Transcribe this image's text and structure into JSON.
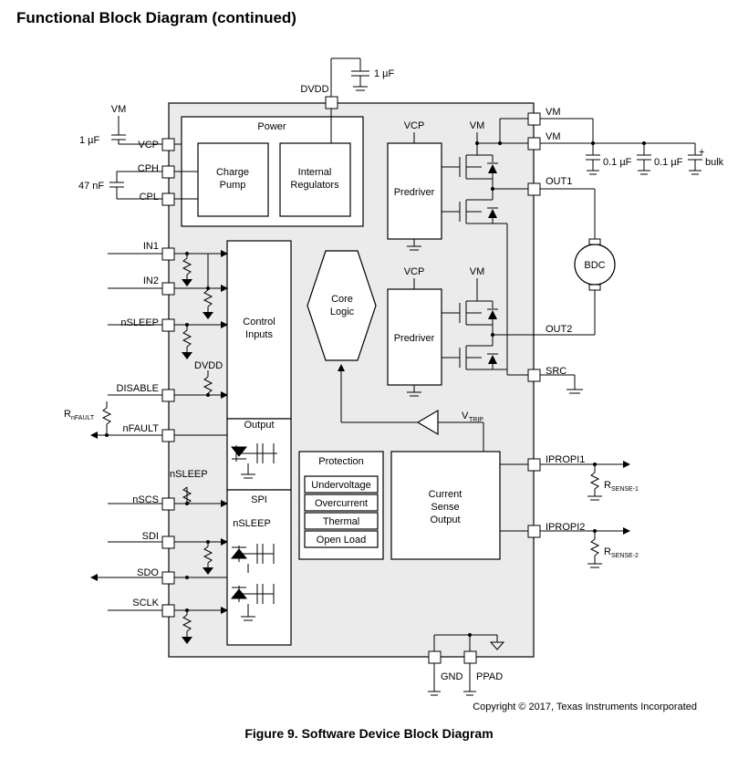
{
  "title": "Functional Block Diagram (continued)",
  "caption": "Figure 9.  Software Device Block Diagram",
  "copyright": "Copyright © 2017, Texas Instruments Incorporated",
  "blocks": {
    "power": "Power",
    "charge_pump": [
      "Charge",
      "Pump"
    ],
    "internal_regulators": [
      "Internal",
      "Regulators"
    ],
    "predriver": "Predriver",
    "core_logic": [
      "Core",
      "Logic"
    ],
    "control_inputs": [
      "Control",
      "Inputs"
    ],
    "output": "Output",
    "spi": "SPI",
    "protection": "Protection",
    "protection_items": [
      "Undervoltage",
      "Overcurrent",
      "Thermal",
      "Open Load"
    ],
    "current_sense": [
      "Current",
      "Sense",
      "Output"
    ],
    "bdc": "BDC"
  },
  "pins": {
    "vcp": "VCP",
    "cph": "CPH",
    "cpl": "CPL",
    "in1": "IN1",
    "in2": "IN2",
    "nsleep": "nSLEEP",
    "disable": "DISABLE",
    "nfault": "nFAULT",
    "nscs": "nSCS",
    "sdi": "SDI",
    "sdo": "SDO",
    "sclk": "SCLK",
    "dvdd": "DVDD",
    "vm": "VM",
    "out1": "OUT1",
    "out2": "OUT2",
    "src": "SRC",
    "ipropi1": "IPROPI1",
    "ipropi2": "IPROPI2",
    "gnd": "GND",
    "ppad": "PPAD"
  },
  "labels": {
    "vm": "VM",
    "vcp": "VCP",
    "dvdd": "DVDD",
    "nsleep": "nSLEEP",
    "cap_1uf": "1 µF",
    "cap_47nf": "47 nF",
    "cap_01uf": "0.1 µF",
    "bulk": "bulk",
    "plus": "+",
    "r_nfault": "R",
    "r_nfault_sub": "nFAULT",
    "vtrip": "V",
    "vtrip_sub": "TRIP",
    "rsense1": "R",
    "rsense1_sub": "SENSE-1",
    "rsense2": "R",
    "rsense2_sub": "SENSE-2"
  }
}
